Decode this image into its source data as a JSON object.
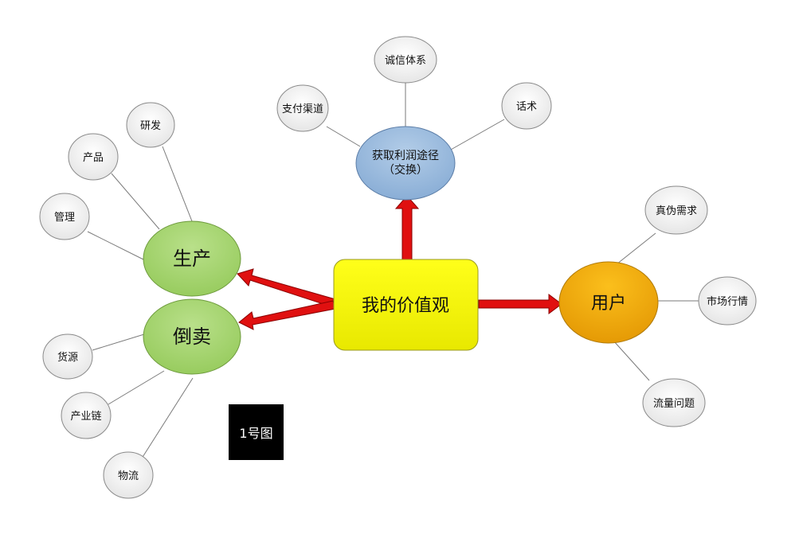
{
  "center": {
    "label": "我的价值观"
  },
  "branches": {
    "profit": {
      "line1": "获取利润途径",
      "line2": "（交换）"
    },
    "production": {
      "label": "生产"
    },
    "resell": {
      "label": "倒卖"
    },
    "user": {
      "label": "用户"
    }
  },
  "leaves": {
    "payment": "支付渠道",
    "credit": "诚信体系",
    "speech": "话术",
    "rnd": "研发",
    "product": "产品",
    "management": "管理",
    "supply": "货源",
    "chain": "产业链",
    "logistics": "物流",
    "demand": "真伪需求",
    "market": "市场行情",
    "traffic": "流量问题"
  },
  "caption": "1号图",
  "colors": {
    "center_fill": "#f2f20a",
    "profit_fill": "#9ab9db",
    "green_fill": "#a7d672",
    "user_fill": "#f0aa10",
    "arrow": "#e01010"
  }
}
